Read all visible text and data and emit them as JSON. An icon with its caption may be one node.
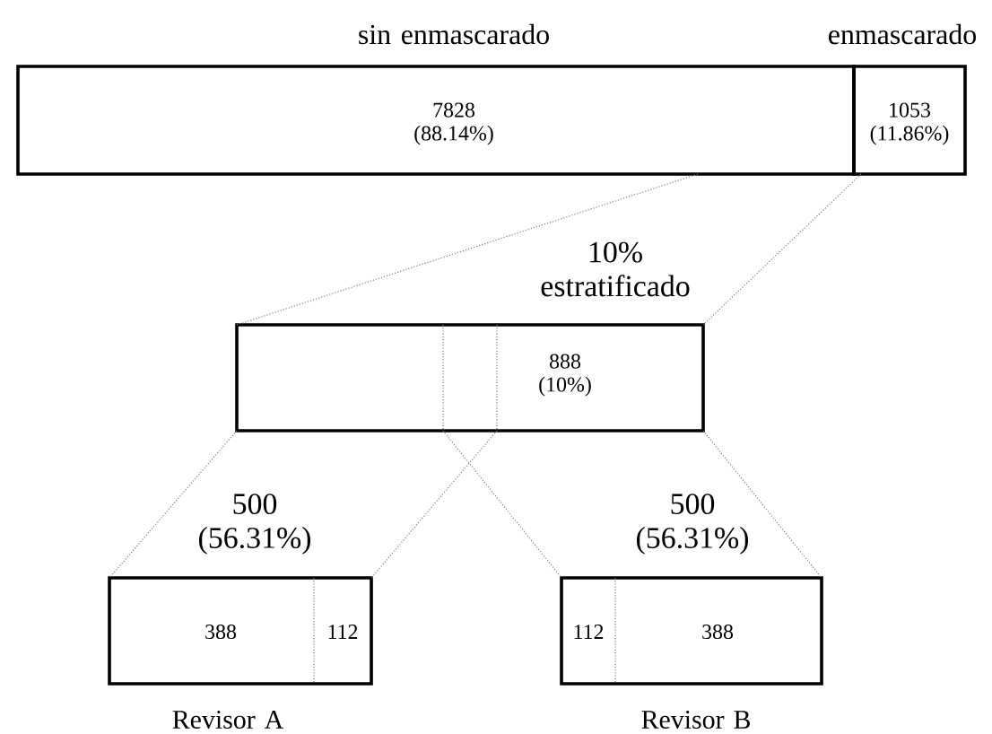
{
  "diagram": {
    "nodes": [
      {
        "text": [
          "sin enmascarado",
          "7828 (88.14%)"
        ]
      },
      {
        "text": [
          "enmascarado",
          "1053 (11.86%)"
        ]
      },
      {
        "text": [
          "10% estratificado",
          "888 (10%)"
        ]
      },
      {
        "text": [
          "500 (56.31%)"
        ],
        "beside": [
          "Revisor A"
        ]
      },
      {
        "text": [
          "388"
        ],
        "in": 3
      },
      {
        "text": [
          "112"
        ],
        "in": 3
      },
      {
        "text": [
          "500 (56.31%)"
        ],
        "beside": [
          "Revisor B"
        ]
      },
      {
        "text": [
          "112"
        ],
        "in": 6
      },
      {
        "text": [
          "388"
        ],
        "in": 6
      }
    ],
    "edges": [
      {
        "from": 0,
        "to": 2,
        "arrow": "none"
      },
      {
        "from": 1,
        "to": 2,
        "arrow": "none"
      },
      {
        "from": 2,
        "to": 3,
        "arrow": "none"
      },
      {
        "from": 2,
        "to": 3,
        "arrow": "none"
      },
      {
        "from": 2,
        "to": 6,
        "arrow": "none"
      },
      {
        "from": 2,
        "to": 6,
        "arrow": "none"
      }
    ]
  }
}
